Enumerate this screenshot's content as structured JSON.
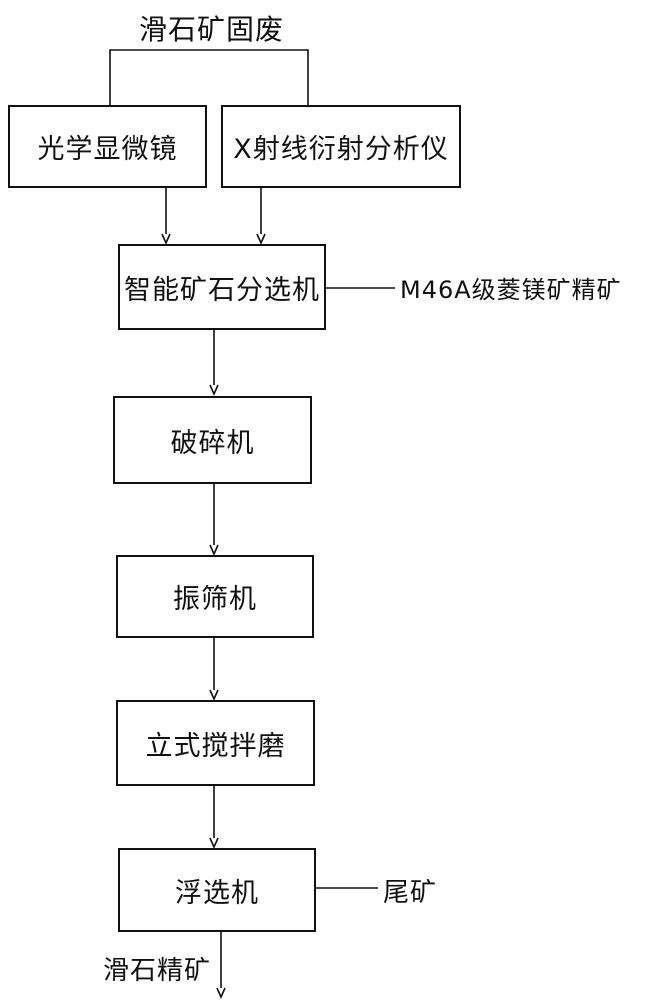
{
  "source": {
    "label": "滑石矿固废"
  },
  "instruments": {
    "microscope": "光学显微镜",
    "xrd": "X射线衍射分析仪"
  },
  "sorter": {
    "label": "智能矿石分选机",
    "output": "M46A级菱镁矿精矿"
  },
  "crusher": {
    "label": "破碎机"
  },
  "screen": {
    "label": "振筛机"
  },
  "mill": {
    "label": "立式搅拌磨"
  },
  "flotation": {
    "label": "浮选机",
    "tailings": "尾矿"
  },
  "product": {
    "label": "滑石精矿"
  }
}
